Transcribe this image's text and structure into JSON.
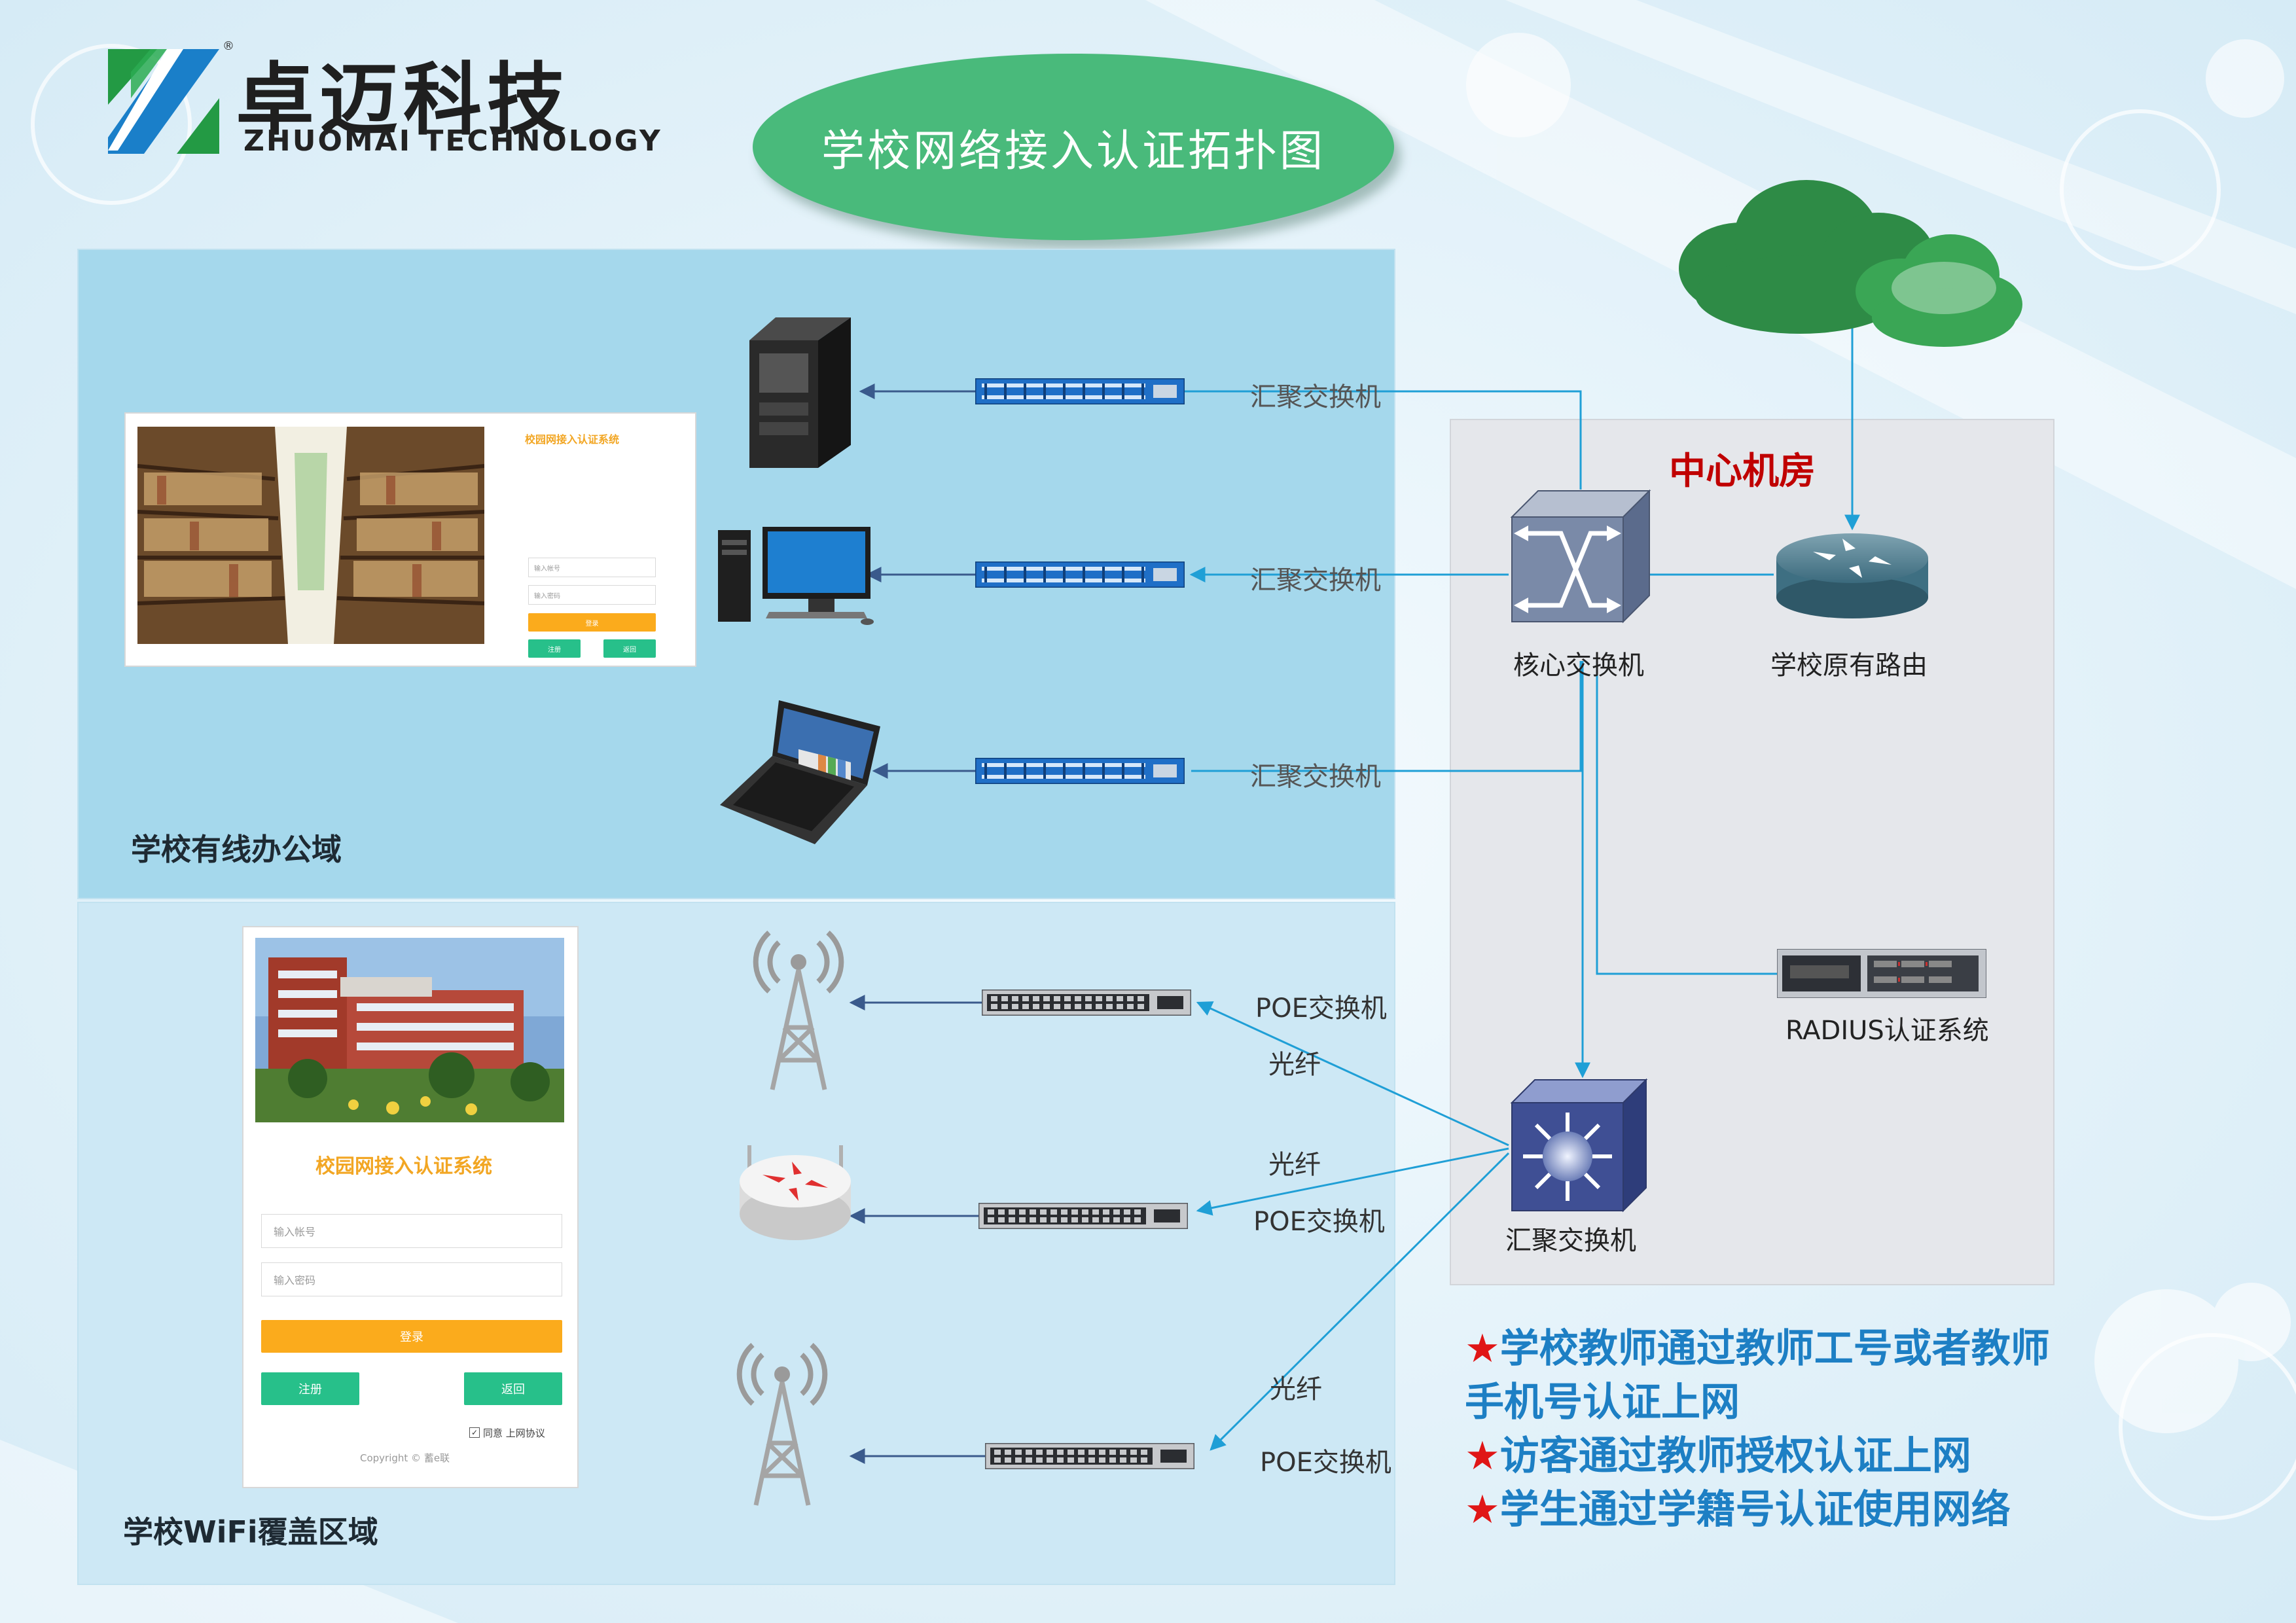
{
  "logo": {
    "cn": "卓迈科技",
    "en": "ZHUOMAI TECHNOLOGY",
    "mark": "®"
  },
  "title": "学校网络接入认证拓扑图",
  "zones": {
    "wired": "学校有线办公域",
    "wifi": "学校WiFi覆盖区域",
    "center": "中心机房"
  },
  "devices": {
    "core_switch": "核心交换机",
    "router": "学校原有路由",
    "radius": "RADIUS认证系统",
    "agg_switch": "汇聚交换机"
  },
  "wired_links": [
    "汇聚交换机",
    "汇聚交换机",
    "汇聚交换机"
  ],
  "wifi_links": [
    {
      "switch": "POE交换机",
      "fiber": "光纤"
    },
    {
      "switch": "POE交换机",
      "fiber": "光纤"
    },
    {
      "switch": "POE交换机",
      "fiber": "光纤"
    }
  ],
  "notes": [
    "学校教师通过教师工号或者教师手机号认证上网",
    "访客通过教师授权认证上网",
    "学生通过学籍号认证使用网络"
  ],
  "note_star": "★",
  "login_desktop": {
    "title": "校园网接入认证系统",
    "account_placeholder": "输入帐号",
    "password_placeholder": "输入密码",
    "login": "登录",
    "register": "注册",
    "back": "返回"
  },
  "login_mobile": {
    "title": "校园网接入认证系统",
    "account_placeholder": "输入帐号",
    "password_placeholder": "输入密码",
    "login": "登录",
    "register": "注册",
    "back": "返回",
    "agree": "同意 上网协议",
    "copyright": "Copyright © 蓄e联"
  },
  "colors": {
    "wire": "#1f9fd6",
    "arrow": "#3a5a8c",
    "title_bg": "#49ba7b",
    "accent_orange": "#fbab1c",
    "accent_green": "#27c08a",
    "notes": "#1d7fc4",
    "star": "#e01616"
  }
}
